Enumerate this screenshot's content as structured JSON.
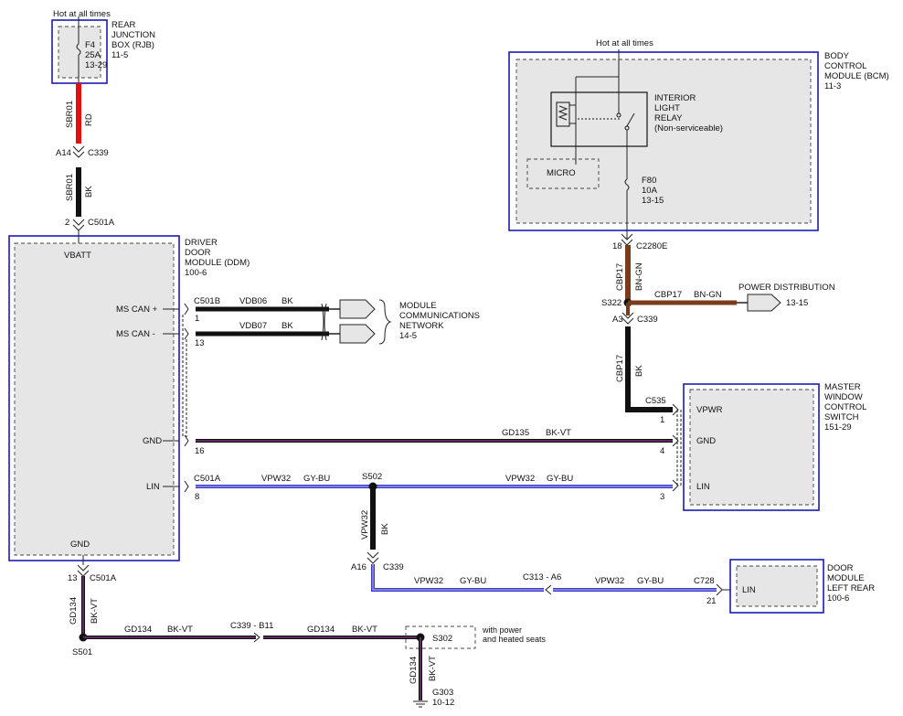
{
  "rjb": {
    "hot_label": "Hot at all times",
    "name_lines": [
      "REAR",
      "JUNCTION",
      "BOX (RJB)",
      "11-5"
    ],
    "fuse_lines": [
      "F4",
      "25A",
      "13-29"
    ]
  },
  "wire_sbr01_top": {
    "circuit": "SBR01",
    "color": "RD"
  },
  "conn_c339_top": {
    "pin": "A14",
    "name": "C339"
  },
  "wire_sbr01_bottom": {
    "circuit": "SBR01",
    "color": "BK"
  },
  "conn_c501a_top": {
    "pin": "2",
    "name": "C501A"
  },
  "ddm": {
    "name_lines": [
      "DRIVER",
      "DOOR",
      "MODULE (DDM)",
      "100-6"
    ],
    "vbatt": "VBATT",
    "ms_can_plus": "MS CAN +",
    "ms_can_minus": "MS CAN -",
    "gnd_mid": "GND",
    "lin": "LIN",
    "gnd_bottom": "GND"
  },
  "can_wires": {
    "conn": "C501B",
    "plus_pin": "1",
    "plus_circuit": "VDB06",
    "plus_color": "BK",
    "minus_pin": "13",
    "minus_circuit": "VDB07",
    "minus_color": "BK"
  },
  "mcn": {
    "lines": [
      "MODULE",
      "COMMUNICATIONS",
      "NETWORK",
      "14-5"
    ]
  },
  "bcm": {
    "hot_label": "Hot at all times",
    "name_lines": [
      "BODY",
      "CONTROL",
      "MODULE (BCM)",
      "11-3"
    ],
    "relay_lines": [
      "INTERIOR",
      "LIGHT",
      "RELAY",
      "(Non-serviceable)"
    ],
    "micro": "MICRO",
    "fuse_lines": [
      "F80",
      "10A",
      "13-15"
    ]
  },
  "conn_c2280e": {
    "pin": "18",
    "name": "C2280E"
  },
  "wire_cbp17_top": {
    "circuit": "CBP17",
    "color": "BN-GN"
  },
  "splice_s322": {
    "name": "S322"
  },
  "wire_cbp17_right": {
    "circuit": "CBP17",
    "color": "BN-GN"
  },
  "power_dist": {
    "label": "POWER DISTRIBUTION",
    "ref": "13-15"
  },
  "conn_c339_mid": {
    "pin": "A3",
    "name": "C339"
  },
  "wire_cbp17_bk": {
    "circuit": "CBP17",
    "color": "BK"
  },
  "conn_c535": {
    "name": "C535",
    "pin_vpwr": "1",
    "pin_gnd": "4",
    "pin_lin": "3"
  },
  "mwcs": {
    "name_lines": [
      "MASTER",
      "WINDOW",
      "CONTROL",
      "SWITCH",
      "151-29"
    ],
    "vpwr": "VPWR",
    "gnd": "GND",
    "lin": "LIN"
  },
  "wire_gd135": {
    "pin": "16",
    "circuit": "GD135",
    "color": "BK-VT"
  },
  "lin_bus": {
    "conn": "C501A",
    "pin": "8",
    "left_circuit": "VPW32",
    "left_color": "GY-BU",
    "splice": "S502",
    "right_circuit": "VPW32",
    "right_color": "GY-BU"
  },
  "wire_vpw32_down": {
    "circuit": "VPW32",
    "color": "BK"
  },
  "conn_c339_low": {
    "pin": "A16",
    "name": "C339"
  },
  "lower_lin": {
    "left_circuit": "VPW32",
    "left_color": "GY-BU",
    "inline_conn": "C313 - A6",
    "right_circuit": "VPW32",
    "right_color": "GY-BU",
    "conn": "C728",
    "pin": "21"
  },
  "dmlr": {
    "name_lines": [
      "DOOR",
      "MODULE",
      "LEFT REAR",
      "100-6"
    ],
    "lin": "LIN"
  },
  "conn_c501a_bottom": {
    "pin": "13",
    "name": "C501A"
  },
  "wire_gd134_down": {
    "circuit": "GD134",
    "color": "BK-VT"
  },
  "splice_s501": {
    "name": "S501"
  },
  "ground_run": {
    "circuit1": "GD134",
    "color1": "BK-VT",
    "inline_conn": "C339 - B11",
    "circuit2": "GD134",
    "color2": "BK-VT"
  },
  "splice_s302": {
    "name": "S302",
    "note_lines": [
      "with power",
      "and heated seats"
    ]
  },
  "wire_gd134_ground": {
    "circuit": "GD134",
    "color": "BK-VT"
  },
  "ground_g303": {
    "name": "G303",
    "ref": "10-12"
  },
  "colors": {
    "module_border": "#1b1bb0",
    "wire_black": "#111111",
    "wire_red": "#e01010",
    "wire_brown": "#7a3b1c",
    "wire_blue": "#3a3ad0",
    "wire_violet": "#8a3a8a",
    "module_fill": "#e6e6e6"
  }
}
